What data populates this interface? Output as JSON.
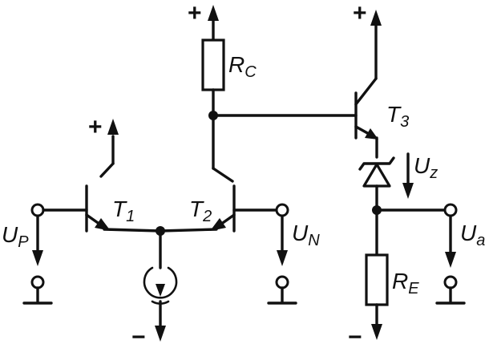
{
  "labels": {
    "t1": "T",
    "t1_sub": "1",
    "t2": "T",
    "t2_sub": "2",
    "t3": "T",
    "t3_sub": "3",
    "rc": "R",
    "rc_sub": "C",
    "re": "R",
    "re_sub": "E",
    "up": "U",
    "up_sub": "P",
    "un": "U",
    "un_sub": "N",
    "uz": "U",
    "uz_sub": "z",
    "ua": "U",
    "ua_sub": "a"
  },
  "supply": {
    "plus": "+",
    "minus": "−"
  }
}
